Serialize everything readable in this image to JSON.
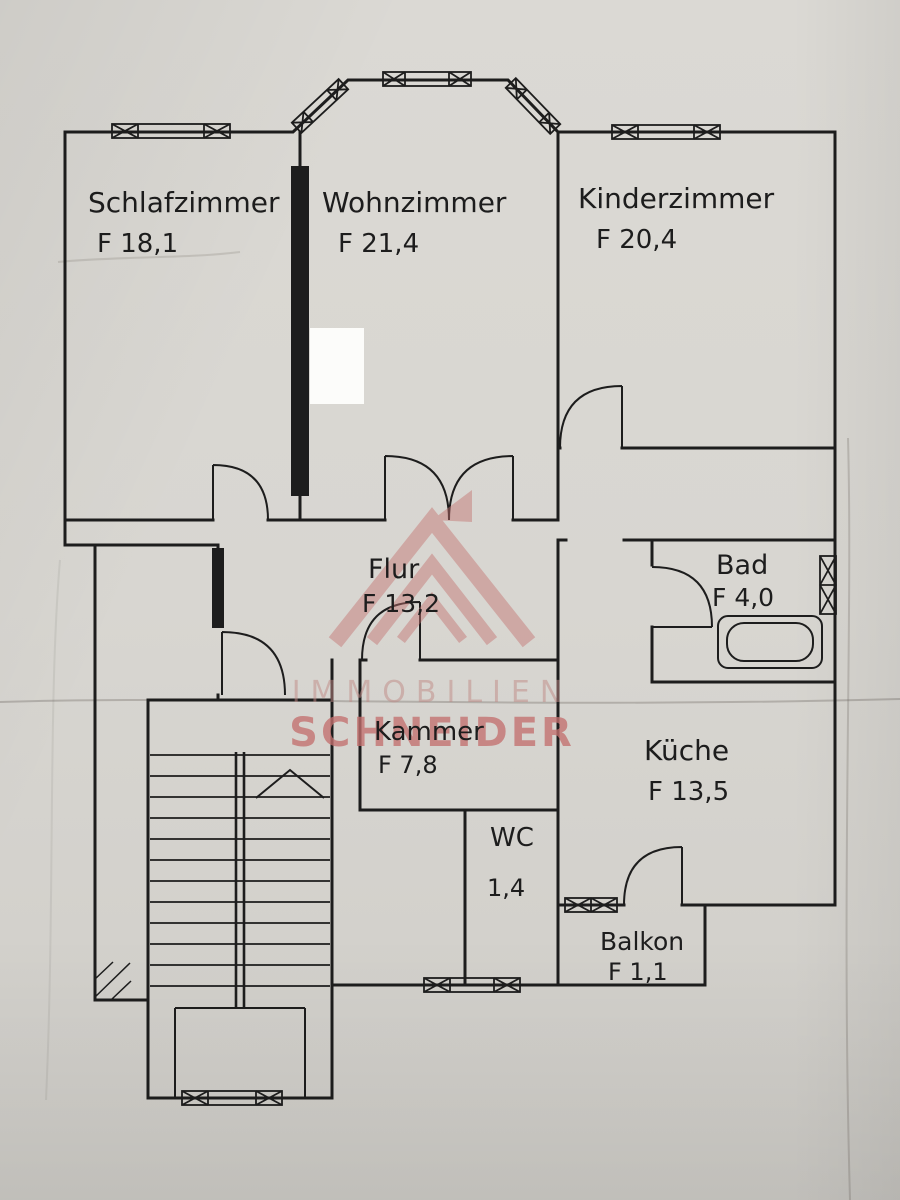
{
  "document": {
    "kind": "apartment floor plan (scanned hand drawing)"
  },
  "colors": {
    "ink": "#1d1d1d",
    "paper_patch": "#fcfcfa",
    "watermark": "#c4716f",
    "watermark_light": "#c08a86"
  },
  "watermark": {
    "brand_line1": "IMMOBILIEN",
    "brand_line2": "SCHNEIDER"
  },
  "rooms": {
    "schlafzimmer": {
      "name": "Schlafzimmer",
      "area": "F 18,1"
    },
    "wohnzimmer": {
      "name": "Wohnzimmer",
      "area": "F 21,4"
    },
    "kinderzimmer": {
      "name": "Kinderzimmer",
      "area": "F 20,4"
    },
    "flur": {
      "name": "Flur",
      "area": "F 13,2"
    },
    "bad": {
      "name": "Bad",
      "area": "F 4,0"
    },
    "kammer": {
      "name": "Kammer",
      "area": "F 7,8"
    },
    "kueche": {
      "name": "Küche",
      "area": "F 13,5"
    },
    "wc": {
      "name": "WC",
      "area": "1,4"
    },
    "balkon": {
      "name": "Balkon",
      "area": "F 1,1"
    }
  }
}
